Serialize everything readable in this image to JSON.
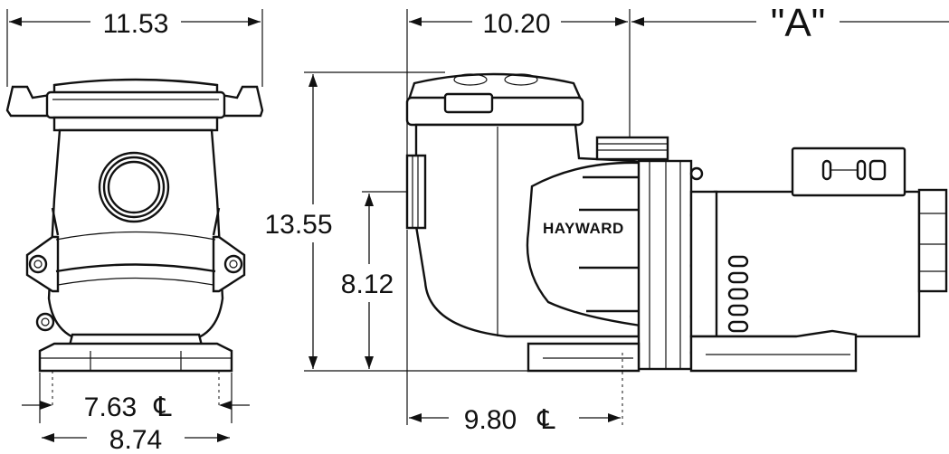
{
  "dimensions": {
    "front_top_width": "11.53",
    "front_base_centerline": "7.63",
    "front_base_width": "8.74",
    "side_body_width": "10.20",
    "side_motor_length": "\"A\"",
    "side_total_height": "13.55",
    "side_port_height": "8.12",
    "side_centerline_distance": "9.80"
  },
  "centerline_symbol": "℄",
  "brand_label": "HAYWARD"
}
